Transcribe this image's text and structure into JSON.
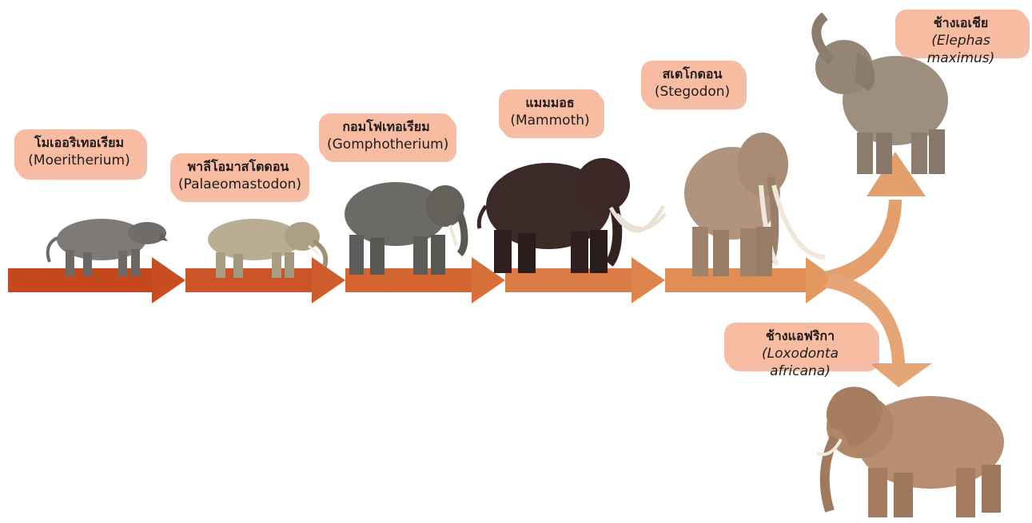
{
  "colors": {
    "arrow_dark": "#c4461c",
    "arrow_light": "#e5a679",
    "bubble": "#f8bca2"
  },
  "labels": [
    {
      "thai": "โมเออริเทอเรียม",
      "latin": "(Moeritherium)"
    },
    {
      "thai": "พาลีโอมาสโตดอน",
      "latin": "(Palaeomastodon)"
    },
    {
      "thai": "กอมโฟเทอเรียม",
      "latin": "(Gomphotherium)"
    },
    {
      "thai": "แมมมอธ",
      "latin": "(Mammoth)"
    },
    {
      "thai": "สเตโกดอน",
      "latin": "(Stegodon)"
    },
    {
      "thai": "ช้างเอเชีย",
      "latin": "(Elephas maximus)"
    },
    {
      "thai": "ช้างแอฟริกา",
      "latin": "(Loxodonta africana)"
    }
  ],
  "animals": [
    {
      "icon": "moeritherium-figure"
    },
    {
      "icon": "palaeomastodon-figure"
    },
    {
      "icon": "gomphotherium-figure"
    },
    {
      "icon": "mammoth-figure"
    },
    {
      "icon": "stegodon-figure"
    },
    {
      "icon": "asian-elephant-figure"
    },
    {
      "icon": "african-elephant-figure"
    }
  ]
}
